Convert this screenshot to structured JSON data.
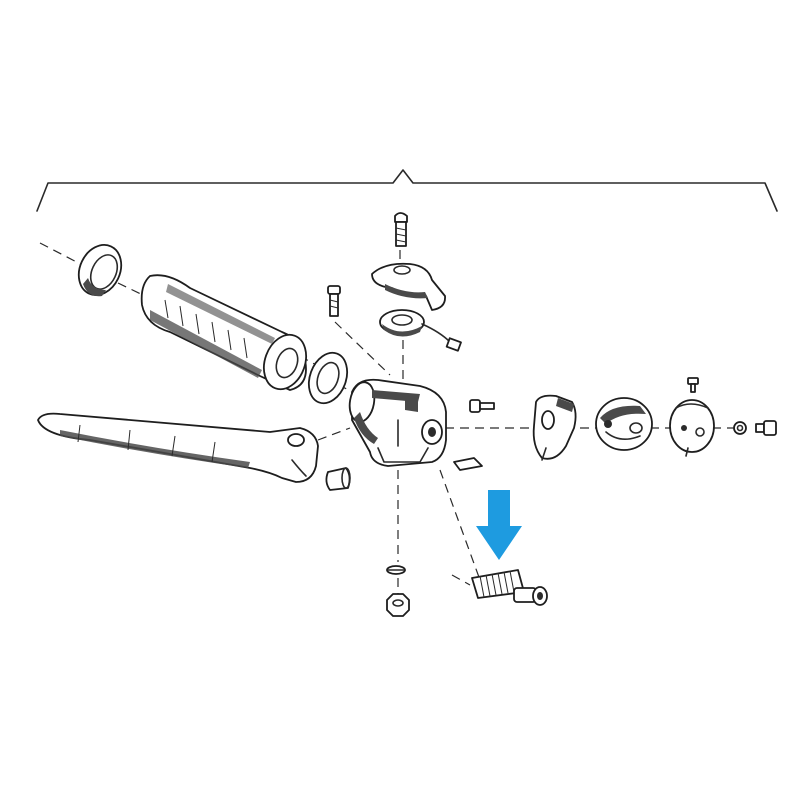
{
  "diagram": {
    "type": "exploded-parts-diagram",
    "background_color": "#ffffff",
    "line_color": "#2a2a2a",
    "highlight_arrow": {
      "color": "#1e9be0",
      "direction": "down",
      "target": "cable-adjuster-screw"
    },
    "parts": [
      {
        "id": "grip-end-cap",
        "icon": "ring-cap"
      },
      {
        "id": "handlebar-grip",
        "icon": "rubber-grip"
      },
      {
        "id": "thrust-washer",
        "icon": "flat-washer"
      },
      {
        "id": "clamp-body",
        "icon": "lever-housing"
      },
      {
        "id": "brake-lever",
        "icon": "long-lever"
      },
      {
        "id": "lever-bushing",
        "icon": "bushing"
      },
      {
        "id": "pivot-bolt",
        "icon": "hex-bolt"
      },
      {
        "id": "pivot-washer",
        "icon": "spring-washer"
      },
      {
        "id": "pivot-nut",
        "icon": "hex-nut"
      },
      {
        "id": "cable-adjuster-screw",
        "icon": "threaded-adjuster"
      },
      {
        "id": "adjuster-plate",
        "icon": "shim-plate"
      },
      {
        "id": "top-screw",
        "icon": "screw"
      },
      {
        "id": "switch-cover",
        "icon": "switch-cover"
      },
      {
        "id": "switch-plate",
        "icon": "contact-plate"
      },
      {
        "id": "set-screw",
        "icon": "small-screw"
      },
      {
        "id": "mounting-screw",
        "icon": "screw"
      },
      {
        "id": "switch-bracket",
        "icon": "bracket"
      },
      {
        "id": "switch-housing",
        "icon": "round-housing"
      },
      {
        "id": "switch-cap",
        "icon": "round-cap"
      },
      {
        "id": "small-screw",
        "icon": "small-screw"
      },
      {
        "id": "end-washer",
        "icon": "washer"
      },
      {
        "id": "end-screw",
        "icon": "screw"
      }
    ]
  }
}
